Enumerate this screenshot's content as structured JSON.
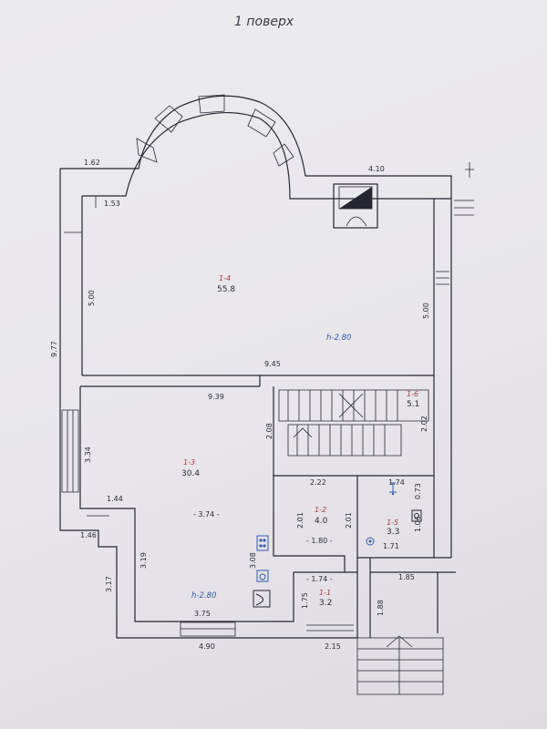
{
  "title": "1 поверх",
  "dimensions": {
    "d_1_62": "1.62",
    "d_4_10": "4.10",
    "d_1_53": "1.53",
    "d_5_00_left": "5.00",
    "d_5_00_right": "5.00",
    "d_9_77": "9.77",
    "d_9_45": "9.45",
    "d_9_39": "9.39",
    "d_2_08": "2.08",
    "d_2_02": "2.02",
    "d_3_34": "3.34",
    "d_2_22": "2.22",
    "d_1_74_top": "1.74",
    "d_0_73": "0.73",
    "d_1_44": "1.44",
    "d_3_74": "- 3.74 -",
    "d_2_01_a": "2.01",
    "d_2_01_b": "2.01",
    "d_1_06": "1.06",
    "d_1_46": "1.46",
    "d_1_80": "- 1.80 -",
    "d_1_71": "1.71",
    "d_3_19": "3.19",
    "d_3_08": "3.08",
    "d_3_17": "3.17",
    "d_1_74_mid": "- 1.74 -",
    "d_1_85": "1.85",
    "d_1_75": "1.75",
    "d_1_88": "1.88",
    "d_3_75": "3.75",
    "d_4_90": "4.90",
    "d_2_15": "2.15"
  },
  "rooms": [
    {
      "id": "1-4",
      "area": "55.8"
    },
    {
      "id": "1-3",
      "area": "30.4"
    },
    {
      "id": "1-2",
      "area": "4.0"
    },
    {
      "id": "1-1",
      "area": "3.2"
    },
    {
      "id": "1-6",
      "area": "5.1"
    },
    {
      "id": "1-5",
      "area": "3.3"
    }
  ],
  "heights": {
    "upper": "h-2.80",
    "lower": "h-2.80"
  },
  "icons": [
    "fireplace-icon",
    "stove-icon",
    "boiler-icon",
    "sink-icon",
    "toilet-icon",
    "bathtub-icon",
    "shower-icon"
  ],
  "colors": {
    "line": "#262630",
    "room_label": "#a23b46",
    "fixture": "#3558a8"
  }
}
